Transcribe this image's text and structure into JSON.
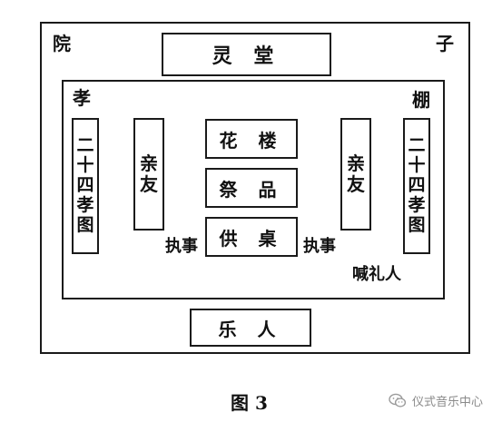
{
  "courtyard": {
    "left_label": "院",
    "right_label": "子",
    "lingtang": "灵 堂",
    "yueren": "乐 人"
  },
  "shed": {
    "left_label": "孝",
    "right_label": "棚",
    "left_tablet": [
      "二",
      "十",
      "四",
      "孝",
      "图"
    ],
    "right_tablet": [
      "二",
      "十",
      "四",
      "孝",
      "图"
    ],
    "left_friends": [
      "亲",
      "友"
    ],
    "right_friends": [
      "亲",
      "友"
    ],
    "huaelou": "花 楼",
    "jipin": "祭 品",
    "gongzhuo": "供 桌",
    "zhishi_left": "执事",
    "zhishi_right": "执事",
    "hanliren": "喊礼人"
  },
  "caption": "图 3",
  "watermark": {
    "text": "仪式音乐中心",
    "icon": "wechat-icon"
  }
}
